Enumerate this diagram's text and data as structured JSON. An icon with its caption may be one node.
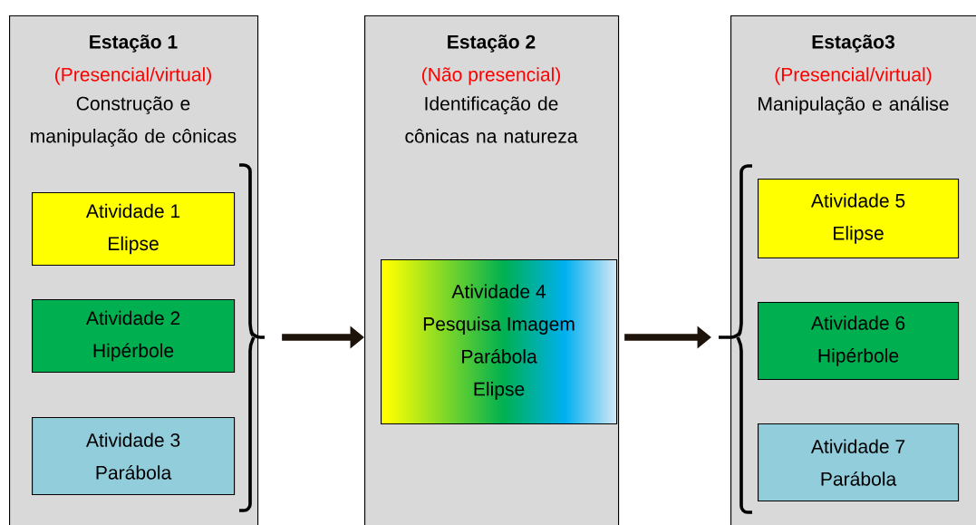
{
  "diagram": {
    "nodes": [
      {
        "text": [
          "Estação 1",
          "(Presencial/virtual)",
          "Construção e manipulação de cônicas"
        ]
      },
      {
        "text": [
          "Atividade 1",
          "Elipse"
        ],
        "in": 0
      },
      {
        "text": [
          "Atividade 2",
          "Hipérbole"
        ],
        "in": 0
      },
      {
        "text": [
          "Atividade 3",
          "Parábola"
        ],
        "in": 0
      },
      {
        "text": [
          "Estação 2",
          "(Não presencial)",
          "Identificação de cônicas na natureza"
        ]
      },
      {
        "text": [
          "Atividade 4",
          "Pesquisa Imagem",
          "Parábola",
          "Elipse"
        ],
        "in": 4
      },
      {
        "text": [
          "Estação3",
          "(Presencial/virtual)",
          "Manipulação e análise"
        ]
      },
      {
        "text": [
          "Atividade 5",
          "Elipse"
        ],
        "in": 6
      },
      {
        "text": [
          "Atividade 6",
          "Hipérbole"
        ],
        "in": 6
      },
      {
        "text": [
          "Atividade 7",
          "Parábola"
        ],
        "in": 6
      }
    ],
    "edges": [
      {
        "from": 0,
        "to": 4,
        "arrow": "to"
      },
      {
        "from": 4,
        "to": 6,
        "arrow": "to"
      }
    ]
  }
}
